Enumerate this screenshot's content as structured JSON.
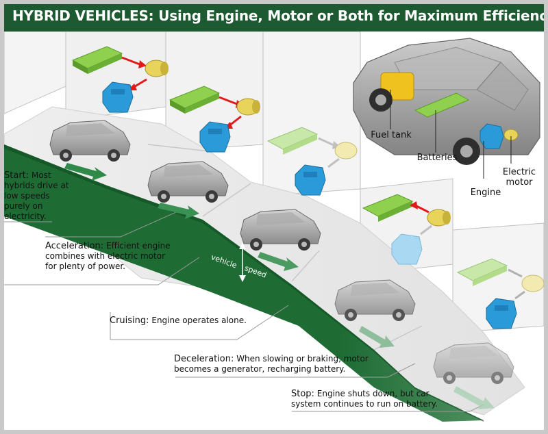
{
  "title": "HYBRID VEHICLES: Using Engine, Motor or Both for Maximum Efficiency",
  "colors": {
    "header_bg": "#1d5a32",
    "road_green": "#1e6b34",
    "arrow_green": "#2f8a4a",
    "battery_green": "#8fd14f",
    "engine_blue": "#2a9bd8",
    "motor_yellow": "#e8d45a",
    "active_arrow": "#e01b1b",
    "inactive_arrow": "#b0b0b0",
    "fuel_tank": "#f0c21f"
  },
  "stages": [
    {
      "id": "start",
      "name": "Start:",
      "lines": [
        "Most",
        "hybrids drive at",
        "low speeds",
        "purely on",
        "electricity."
      ]
    },
    {
      "id": "acceleration",
      "name": "Acceleration:",
      "lines": [
        "Efficient engine",
        "combines with electric motor",
        "for plenty of power."
      ]
    },
    {
      "id": "cruising",
      "name": "Cruising:",
      "lines": [
        "Engine operates alone."
      ]
    },
    {
      "id": "deceleration",
      "name": "Deceleration:",
      "lines": [
        "When slowing or braking, motor",
        "becomes a generator, recharging battery."
      ]
    },
    {
      "id": "stop",
      "name": "Stop:",
      "lines": [
        "Engine shuts down, but car",
        "system continues to run on battery."
      ]
    }
  ],
  "speed_axis": {
    "line1": "vehicle",
    "line2": "speed"
  },
  "car_parts": {
    "fuel_tank": "Fuel tank",
    "batteries": "Batteries",
    "engine": "Engine",
    "electric_motor": [
      "Electric",
      "motor"
    ]
  },
  "icons": [
    "battery-pack-icon",
    "electric-motor-icon",
    "engine-block-icon",
    "flow-arrow-icon",
    "car-icon"
  ]
}
